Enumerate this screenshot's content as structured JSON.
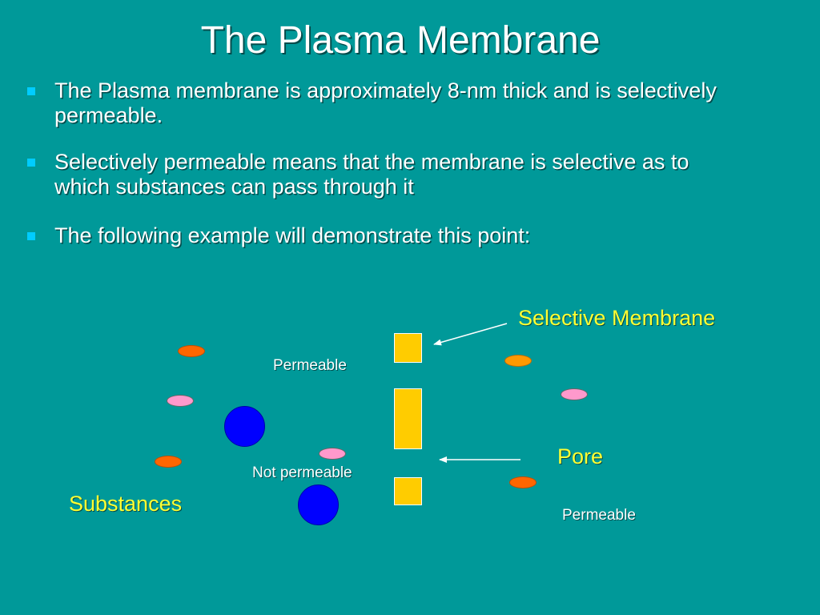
{
  "slide": {
    "title": "The Plasma Membrane",
    "bullets": [
      "The Plasma membrane is approximately 8-nm thick and is selectively permeable.",
      "Selectively permeable means that the membrane is selective as to which substances can pass through it",
      "The following example will demonstrate this point:"
    ]
  },
  "diagram": {
    "label_selective_membrane": "Selective Membrane",
    "label_pore": "Pore",
    "label_substances": "Substances",
    "label_permeable_top": "Permeable",
    "label_not_permeable": "Not permeable",
    "label_permeable_bottom": "Permeable"
  },
  "colors": {
    "background": "#009999",
    "title_text": "#ffffff",
    "bullet_marker": "#00ccff",
    "label_highlight": "#ffff33",
    "membrane": "#ffcc00",
    "substance_orange": "#ff6600",
    "substance_amber": "#ff9900",
    "substance_pink": "#ff99cc",
    "substance_blue": "#0000ff"
  }
}
